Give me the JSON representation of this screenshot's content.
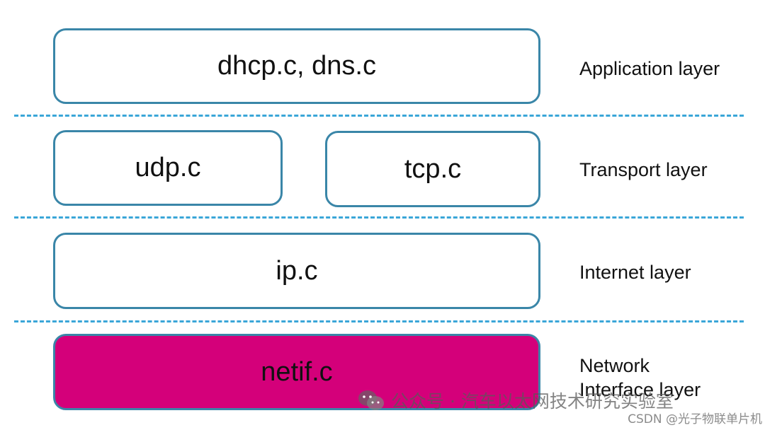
{
  "modules": {
    "application": "dhcp.c, dns.c",
    "udp": "udp.c",
    "tcp": "tcp.c",
    "ip": "ip.c",
    "netif": "netif.c"
  },
  "layers": {
    "application": "Application layer",
    "transport": "Transport layer",
    "internet": "Internet layer",
    "network_interface_line1": "Network",
    "network_interface_line2": "Interface layer"
  },
  "watermark": {
    "text": "公众号 · 汽车以太网技术研究实验室",
    "icon": "wechat-icon"
  },
  "credit": "CSDN @光子物联单片机",
  "colors": {
    "box_border": "#3a86a8",
    "divider": "#3aa6d8",
    "highlight_fill": "#d4007a"
  }
}
